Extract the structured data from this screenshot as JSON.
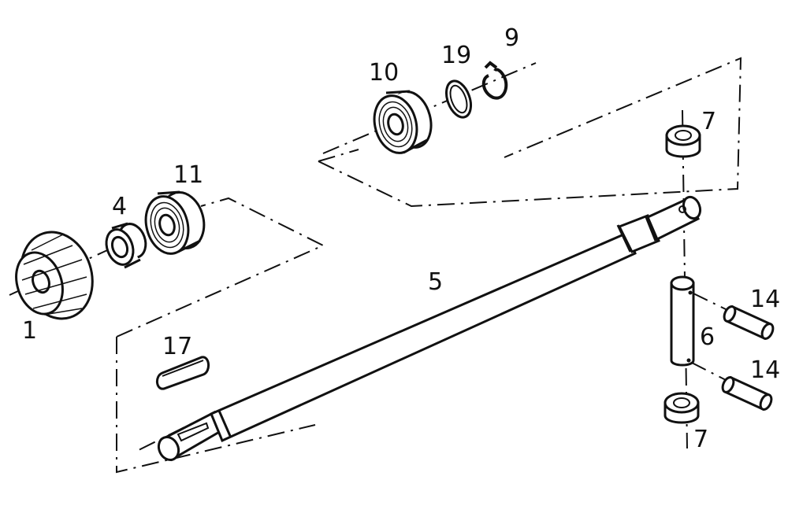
{
  "diagram": {
    "labels": {
      "gear": "1",
      "bushing": "4",
      "shaft": "5",
      "pin": "6",
      "roller_top": "7",
      "roller_bottom": "7",
      "circlip": "9",
      "bearing_right": "10",
      "bearing_left": "11",
      "dowel_top": "14",
      "dowel_bottom": "14",
      "key": "17",
      "washer": "19"
    },
    "colors": {
      "ink": "#111111",
      "background": "#ffffff"
    }
  }
}
